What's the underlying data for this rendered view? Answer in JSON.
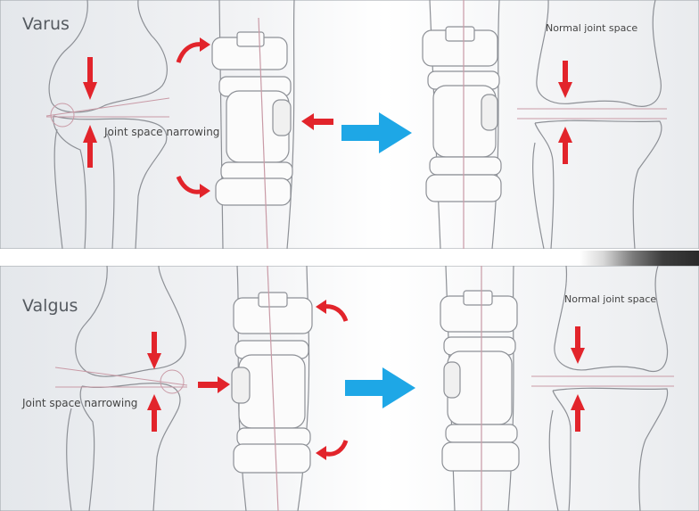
{
  "panels": [
    {
      "title": "Varus",
      "left_caption": "Joint space narrowing",
      "right_caption": "Normal joint space"
    },
    {
      "title": "Valgus",
      "left_caption": "Joint space narrowing",
      "right_caption": "Normal joint space"
    }
  ],
  "colors": {
    "arrow_red": "#e2242b",
    "arrow_blue": "#1ea7e6",
    "line_pink": "#c99aa6",
    "bone_stroke": "#8d9096",
    "background_gradient": [
      "#e6e8ec",
      "#ffffff"
    ]
  }
}
